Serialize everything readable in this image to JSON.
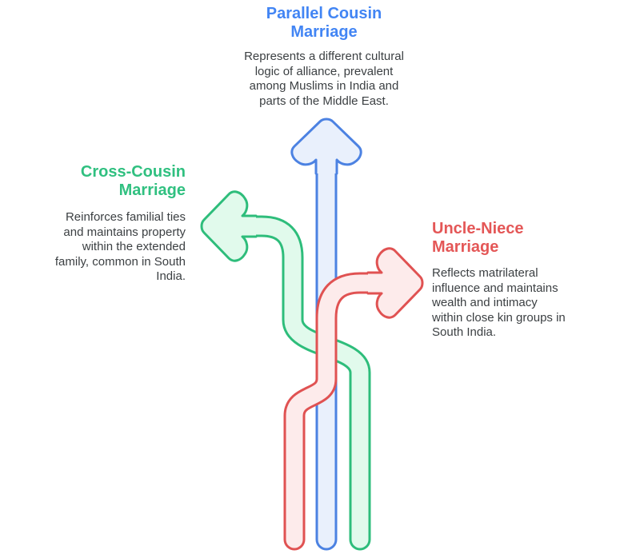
{
  "diagram": {
    "background": "#FFFFFF",
    "text_color": "#3C4043",
    "branches": [
      {
        "id": "parallel-cousin",
        "direction": "up",
        "title": "Parallel Cousin Marriage",
        "title_lines": [
          "Parallel Cousin",
          "Marriage"
        ],
        "title_color": "#4285F4",
        "stroke": "#4C82E2",
        "fill": "#E9F0FC",
        "description": "Represents a different cultural logic of alliance, prevalent among Muslims in India and parts of the Middle East.",
        "desc_lines": [
          "Represents a different cultural",
          "logic of alliance, prevalent",
          "among Muslims in India and",
          "parts of the Middle East."
        ]
      },
      {
        "id": "cross-cousin",
        "direction": "left",
        "title": "Cross-Cousin Marriage",
        "title_lines": [
          "Cross-Cousin",
          "Marriage"
        ],
        "title_color": "#30C080",
        "stroke": "#2EBD7B",
        "fill": "#E1FAEC",
        "description": "Reinforces familial ties and maintains property within the extended family, common in South India.",
        "desc_lines": [
          "Reinforces familial ties",
          "and maintains property",
          "within the extended",
          "family, common in South",
          "India."
        ]
      },
      {
        "id": "uncle-niece",
        "direction": "right",
        "title": "Uncle-Niece Marriage",
        "title_lines": [
          "Uncle-Niece",
          "Marriage"
        ],
        "title_color": "#E45757",
        "stroke": "#E05252",
        "fill": "#FDEBEB",
        "description": "Reflects matrilateral influence and maintains wealth and intimacy within close kin groups in South India.",
        "desc_lines": [
          "Reflects matrilateral",
          "influence and maintains",
          "wealth and intimacy",
          "within close kin groups in",
          "South India."
        ]
      }
    ]
  }
}
